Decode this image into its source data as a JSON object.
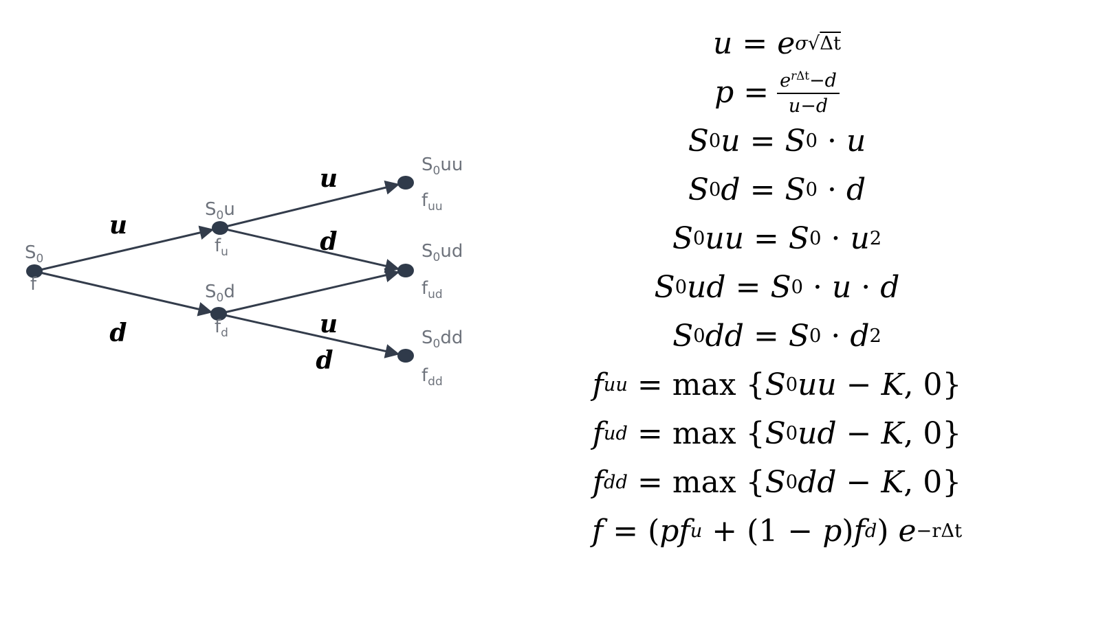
{
  "tree": {
    "edge_color": "#333c4b",
    "node_color": "#2f3a4a",
    "label_color": "#6e737c",
    "nodes": [
      {
        "id": "n0",
        "s": "S",
        "s_sub": "0",
        "s_rest": "",
        "f": "f",
        "f_sub": ""
      },
      {
        "id": "nu",
        "s": "S",
        "s_sub": "0",
        "s_rest": "u",
        "f": "f",
        "f_sub": "u"
      },
      {
        "id": "nd",
        "s": "S",
        "s_sub": "0",
        "s_rest": "d",
        "f": "f",
        "f_sub": "d"
      },
      {
        "id": "nuu",
        "s": "S",
        "s_sub": "0",
        "s_rest": "uu",
        "f": "f",
        "f_sub": "uu"
      },
      {
        "id": "nud",
        "s": "S",
        "s_sub": "0",
        "s_rest": "ud",
        "f": "f",
        "f_sub": "ud"
      },
      {
        "id": "ndd",
        "s": "S",
        "s_sub": "0",
        "s_rest": "dd",
        "f": "f",
        "f_sub": "dd"
      }
    ],
    "edges": [
      {
        "from": "n0",
        "to": "nu",
        "label": "u"
      },
      {
        "from": "n0",
        "to": "nd",
        "label": "d"
      },
      {
        "from": "nu",
        "to": "nuu",
        "label": "u"
      },
      {
        "from": "nu",
        "to": "nud",
        "label": "d"
      },
      {
        "from": "nd",
        "to": "nud",
        "label": "u"
      },
      {
        "from": "nd",
        "to": "ndd",
        "label": "d"
      }
    ]
  },
  "formulas": [
    "u = e^{σ√Δt}",
    "p = (e^{rΔt} − d) / (u − d)",
    "S0u = S0 · u",
    "S0d = S0 · d",
    "S0uu = S0 · u^2",
    "S0ud = S0 · u · d",
    "S0dd = S0 · d^2",
    "fuu = max{S0uu − K, 0}",
    "fud = max{S0ud − K, 0}",
    "fdd = max{S0dd − K, 0}",
    "f = (p fu + (1 − p) fd) e^{−rΔt}"
  ],
  "symbols": {
    "u": "u",
    "d": "d",
    "e": "e",
    "p": "p",
    "S": "S",
    "f": "f",
    "K": "K",
    "zero": "0",
    "one": "1",
    "two": "2",
    "sigma": "σ",
    "sqrt": "√",
    "delta_t": "Δt",
    "r": "r",
    "eq": "=",
    "dot": "·",
    "minus": "−",
    "plus": "+",
    "max": "max",
    "lbrace": "{",
    "rbrace": "}",
    "comma": ",",
    "lparen": "(",
    "rparen": ")",
    "neg_r": "−r"
  }
}
